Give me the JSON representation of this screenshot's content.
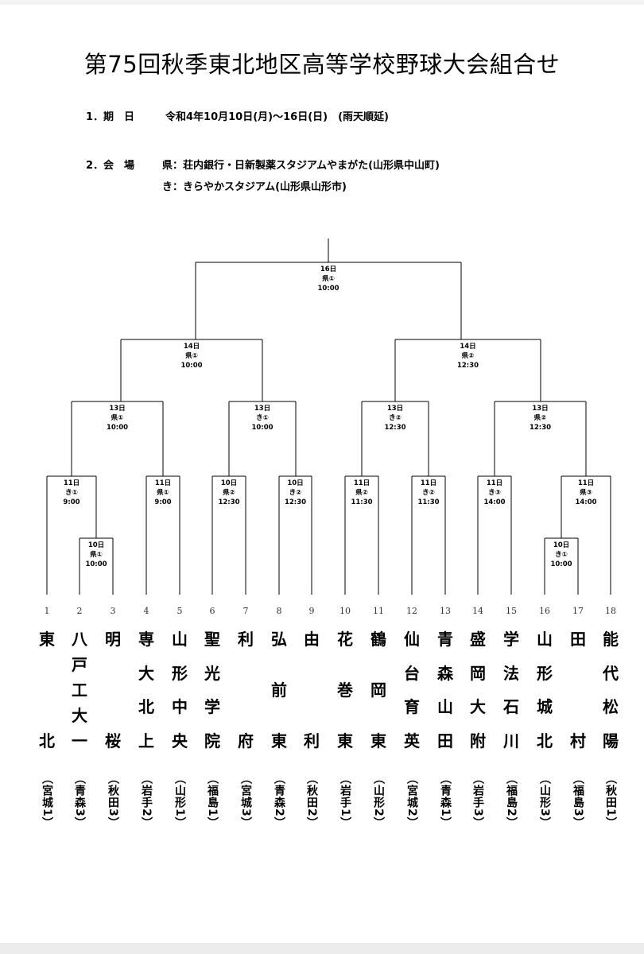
{
  "title": "第75回秋季東北地区高等学校野球大会組合せ",
  "info": {
    "period_label": "1．期　日",
    "period_value": "令和4年10月10日(月)～16日(日)　(雨天順延)",
    "venue_label": "2．会　場",
    "venue_1": "県：荘内銀行・日新製薬スタジアムやまがた(山形県中山町)",
    "venue_2": "き：きらやかスタジアム(山形県山形市)"
  },
  "matches": [
    {
      "id": "r1a",
      "lines": [
        "11日",
        "き①",
        "9:00"
      ]
    },
    {
      "id": "r0",
      "lines": [
        "10日",
        "県①",
        "10:00"
      ]
    },
    {
      "id": "r1b",
      "lines": [
        "11日",
        "県①",
        "9:00"
      ]
    },
    {
      "id": "r1c",
      "lines": [
        "10日",
        "県②",
        "12:30"
      ]
    },
    {
      "id": "r1d",
      "lines": [
        "10日",
        "き②",
        "12:30"
      ]
    },
    {
      "id": "r1e",
      "lines": [
        "11日",
        "県②",
        "11:30"
      ]
    },
    {
      "id": "r1f",
      "lines": [
        "11日",
        "き②",
        "11:30"
      ]
    },
    {
      "id": "r1g",
      "lines": [
        "11日",
        "き③",
        "14:00"
      ]
    },
    {
      "id": "r1h",
      "lines": [
        "11日",
        "県③",
        "14:00"
      ]
    },
    {
      "id": "r0b",
      "lines": [
        "10日",
        "き①",
        "10:00"
      ]
    },
    {
      "id": "qf1",
      "lines": [
        "13日",
        "県①",
        "10:00"
      ]
    },
    {
      "id": "qf2",
      "lines": [
        "13日",
        "き①",
        "10:00"
      ]
    },
    {
      "id": "qf3",
      "lines": [
        "13日",
        "き②",
        "12:30"
      ]
    },
    {
      "id": "qf4",
      "lines": [
        "13日",
        "県②",
        "12:30"
      ]
    },
    {
      "id": "sf1",
      "lines": [
        "14日",
        "県①",
        "10:00"
      ]
    },
    {
      "id": "sf2",
      "lines": [
        "14日",
        "県②",
        "12:30"
      ]
    },
    {
      "id": "final",
      "lines": [
        "16日",
        "県①",
        "10:00"
      ]
    }
  ],
  "teams": [
    {
      "num": "1",
      "chars": [
        "東",
        "北"
      ],
      "pref": "（宮城1）"
    },
    {
      "num": "2",
      "chars": [
        "八",
        "戸",
        "工",
        "大",
        "一"
      ],
      "pref": "（青森3）"
    },
    {
      "num": "3",
      "chars": [
        "明",
        "桜"
      ],
      "pref": "（秋田3）"
    },
    {
      "num": "4",
      "chars": [
        "専",
        "大",
        "北",
        "上"
      ],
      "pref": "（岩手2）"
    },
    {
      "num": "5",
      "chars": [
        "山",
        "形",
        "中",
        "央"
      ],
      "pref": "（山形1）"
    },
    {
      "num": "6",
      "chars": [
        "聖",
        "光",
        "学",
        "院"
      ],
      "pref": "（福島1）"
    },
    {
      "num": "7",
      "chars": [
        "利",
        "府"
      ],
      "pref": "（宮城3）"
    },
    {
      "num": "8",
      "chars": [
        "弘",
        "前",
        "東"
      ],
      "pref": "（青森2）"
    },
    {
      "num": "9",
      "chars": [
        "由",
        "利"
      ],
      "pref": "（秋田2）"
    },
    {
      "num": "10",
      "chars": [
        "花",
        "巻",
        "東"
      ],
      "pref": "（岩手1）"
    },
    {
      "num": "11",
      "chars": [
        "鶴",
        "岡",
        "東"
      ],
      "pref": "（山形2）"
    },
    {
      "num": "12",
      "chars": [
        "仙",
        "台",
        "育",
        "英"
      ],
      "pref": "（宮城2）"
    },
    {
      "num": "13",
      "chars": [
        "青",
        "森",
        "山",
        "田"
      ],
      "pref": "（青森1）"
    },
    {
      "num": "14",
      "chars": [
        "盛",
        "岡",
        "大",
        "附"
      ],
      "pref": "（岩手3）"
    },
    {
      "num": "15",
      "chars": [
        "学",
        "法",
        "石",
        "川"
      ],
      "pref": "（福島2）"
    },
    {
      "num": "16",
      "chars": [
        "山",
        "形",
        "城",
        "北"
      ],
      "pref": "（山形3）"
    },
    {
      "num": "17",
      "chars": [
        "田",
        "村"
      ],
      "pref": "（福島3）"
    },
    {
      "num": "18",
      "chars": [
        "能",
        "代",
        "松",
        "陽"
      ],
      "pref": "（秋田1）"
    }
  ]
}
